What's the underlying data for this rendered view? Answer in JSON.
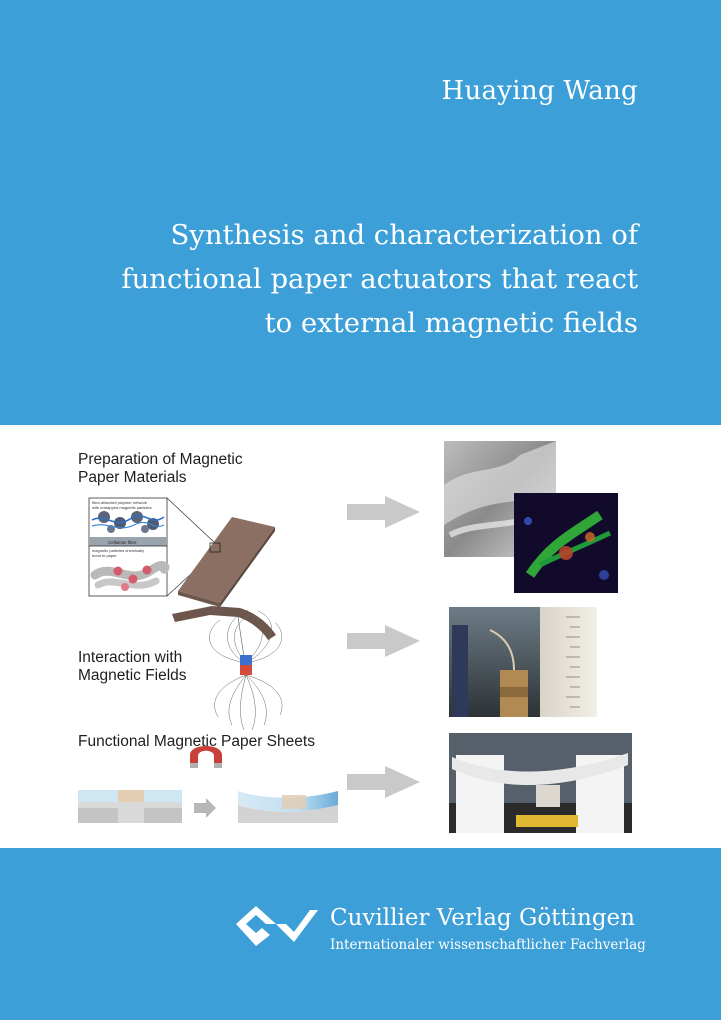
{
  "author": "Huaying Wang",
  "title_lines": [
    "Synthesis and characterization of",
    "functional paper actuators that react",
    "to external magnetic fields"
  ],
  "sections": [
    {
      "lines": [
        "Preparation of Magnetic",
        "Paper Materials"
      ]
    },
    {
      "lines": [
        "Interaction with",
        "Magnetic Fields"
      ]
    },
    {
      "lines": [
        "Functional Magnetic Paper Sheets"
      ]
    }
  ],
  "diagram_labels": {
    "polymer_network": [
      "fibre-attached polymer network",
      "with entrapped magnetic particles"
    ],
    "cellulose_fibre": "Cellulose fibre",
    "bound_particles": [
      "magnetic particles chemically",
      "bond to paper"
    ]
  },
  "publisher": {
    "name": "Cuvillier Verlag Göttingen",
    "subtitle": "Internationaler wissenschaftlicher Fachverlag"
  },
  "colors": {
    "brand_blue": "#3c9fd8",
    "text_on_blue": "#ffffff",
    "arrow_gray": "#c9c9c9"
  }
}
